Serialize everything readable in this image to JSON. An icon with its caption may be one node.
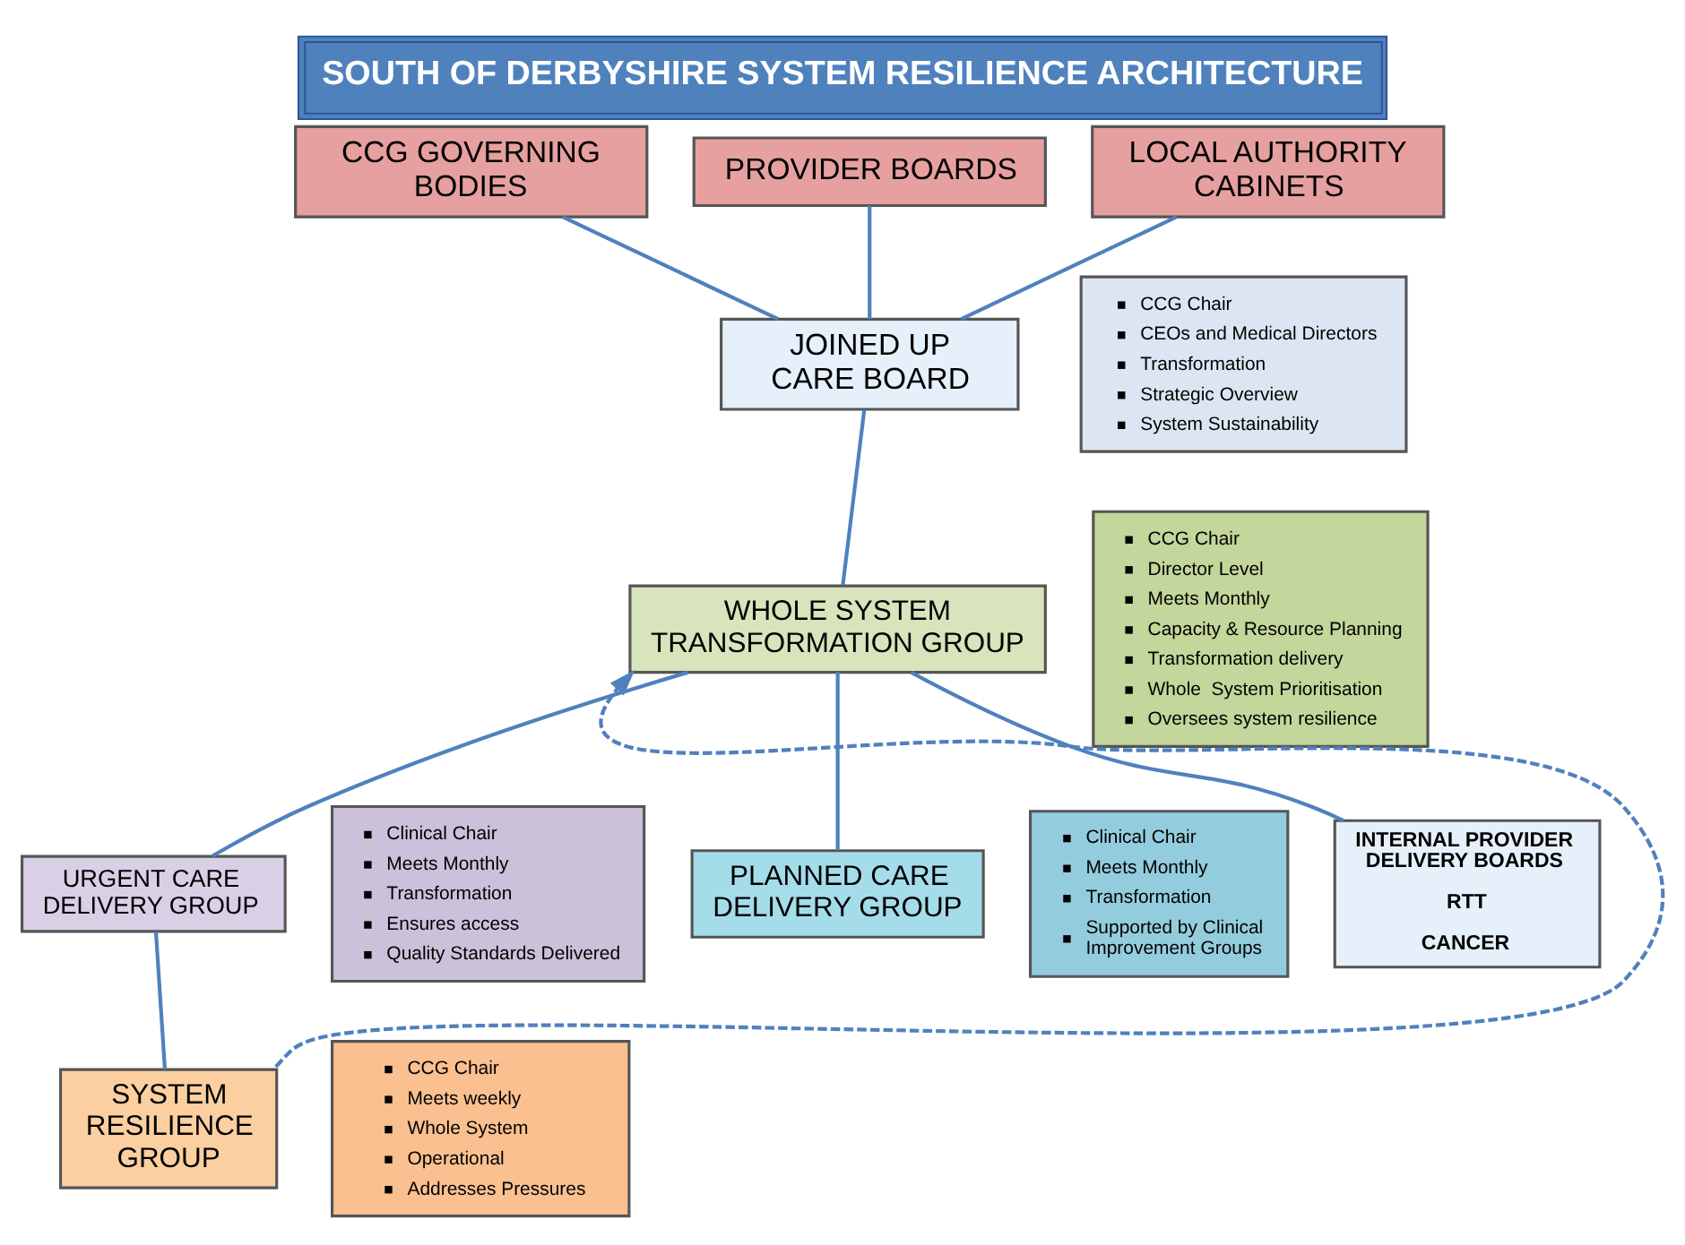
{
  "diagram": {
    "title": "SOUTH OF DERBYSHIRE SYSTEM RESILIENCE ARCHITECTURE",
    "nodes": [
      {
        "text": [
          "CCG GOVERNING BODIES"
        ]
      },
      {
        "text": [
          "PROVIDER BOARDS"
        ]
      },
      {
        "text": [
          "LOCAL AUTHORITY CABINETS"
        ]
      },
      {
        "text": [
          "JOINED UP CARE BOARD"
        ]
      },
      {
        "text": [
          "CCG Chair",
          "CEOs and Medical Directors",
          "Transformation",
          "Strategic Overview",
          "System Sustainability"
        ]
      },
      {
        "text": [
          "WHOLE SYSTEM TRANSFORMATION GROUP"
        ]
      },
      {
        "text": [
          "CCG Chair",
          "Director Level",
          "Meets Monthly",
          "Capacity & Resource Planning",
          "Transformation delivery",
          "Whole  System Prioritisation",
          "Oversees system resilience"
        ]
      },
      {
        "text": [
          "URGENT CARE DELIVERY GROUP"
        ]
      },
      {
        "text": [
          "Clinical Chair",
          "Meets Monthly",
          "Transformation",
          "Ensures access",
          "Quality Standards Delivered"
        ]
      },
      {
        "text": [
          "PLANNED CARE DELIVERY GROUP"
        ]
      },
      {
        "text": [
          "Clinical Chair",
          "Meets Monthly",
          "Transformation",
          "Supported by Clinical Improvement Groups"
        ]
      },
      {
        "text": [
          "INTERNAL PROVIDER DELIVERY BOARDS",
          "RTT",
          "CANCER"
        ]
      },
      {
        "text": [
          "SYSTEM RESILIENCE GROUP"
        ]
      },
      {
        "text": [
          "CCG Chair",
          "Meets weekly",
          "Whole System",
          "Operational",
          "Addresses Pressures"
        ]
      }
    ],
    "edges": [
      {
        "from": 0,
        "to": 3,
        "arrow": "none"
      },
      {
        "from": 1,
        "to": 3,
        "arrow": "none"
      },
      {
        "from": 2,
        "to": 3,
        "arrow": "none"
      },
      {
        "from": 3,
        "to": 5,
        "arrow": "none"
      },
      {
        "from": 5,
        "to": 7,
        "arrow": "none"
      },
      {
        "from": 5,
        "to": 9,
        "arrow": "none"
      },
      {
        "from": 5,
        "to": 11,
        "arrow": "none"
      },
      {
        "from": 7,
        "to": 12,
        "arrow": "none"
      },
      {
        "from": 12,
        "to": 5,
        "arrow": "to",
        "style": "dashed"
      }
    ]
  }
}
